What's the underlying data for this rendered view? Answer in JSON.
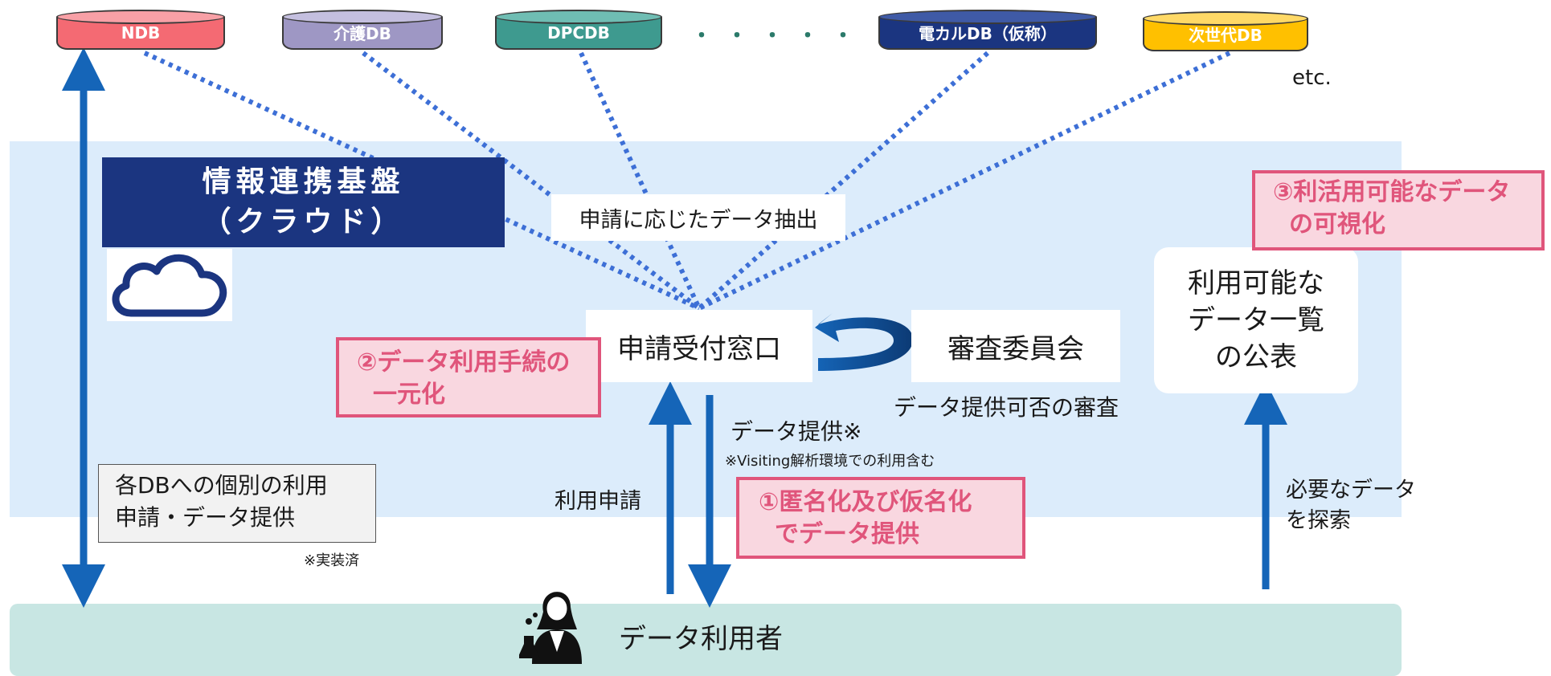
{
  "databases": [
    {
      "label": "NDB",
      "color": "#f46a73"
    },
    {
      "label": "介護DB",
      "color": "#9e97c4"
    },
    {
      "label": "DPCDB",
      "color": "#3e9a8f"
    },
    {
      "label": "電カルDB（仮称）",
      "color": "#1b3580"
    },
    {
      "label": "次世代DB",
      "color": "#ffc000"
    }
  ],
  "ellipsis": "・・・・・",
  "etc": "etc.",
  "platform": {
    "line1": "情報連携基盤",
    "line2": "（クラウド）"
  },
  "extract_label": "申請に応じたデータ抽出",
  "window_label": "申請受付窓口",
  "committee_label": "審査委員会",
  "review_label": "データ提供可否の審査",
  "published": {
    "line1": "利用可能な",
    "line2": "データ一覧",
    "line3": "の公表"
  },
  "provide_label": "データ提供※",
  "visiting_note": "※Visiting解析環境での利用含む",
  "apply_label": "利用申請",
  "search": {
    "line1": "必要なデータ",
    "line2": "を探索"
  },
  "points": {
    "p1": {
      "line1": "①匿名化及び仮名化",
      "line2": "でデータ提供"
    },
    "p2": {
      "line1": "②データ利用手続の",
      "line2": "一元化"
    },
    "p3": {
      "line1": "③利活用可能なデータ",
      "line2": "の可視化"
    }
  },
  "individual": {
    "line1": "各DBへの個別の利用",
    "line2": "申請・データ提供"
  },
  "implemented_note": "※実装済",
  "user_label": "データ利用者",
  "colors": {
    "band": "#dcecfb",
    "user_band": "#c8e6e3",
    "arrow": "#1565b8",
    "dotted": "#3d6fd6",
    "pink": "#e0557b"
  }
}
